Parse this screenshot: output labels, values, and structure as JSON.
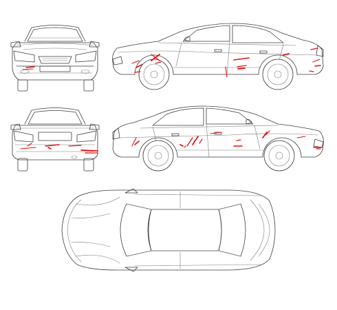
{
  "colors": {
    "line": "#3a3a3a",
    "damage": "#e01010",
    "background": "#ffffff"
  },
  "damage_marks": {
    "front": [
      [
        33,
        101,
        48,
        100
      ],
      [
        38,
        98,
        50,
        97
      ]
    ],
    "side_left": [
      [
        192,
        92,
        202,
        88
      ],
      [
        198,
        98,
        206,
        94
      ],
      [
        220,
        79,
        232,
        88
      ],
      [
        232,
        79,
        220,
        88
      ],
      [
        226,
        92,
        234,
        90
      ],
      [
        328,
        97,
        330,
        112
      ],
      [
        340,
        87,
        362,
        84
      ],
      [
        345,
        97,
        358,
        95
      ],
      [
        346,
        100,
        356,
        99
      ],
      [
        452,
        72,
        462,
        70
      ],
      [
        455,
        90,
        465,
        86
      ],
      [
        458,
        96,
        466,
        95
      ],
      [
        450,
        103,
        456,
        104
      ],
      [
        412,
        80,
        420,
        78
      ],
      [
        196,
        105,
        204,
        104
      ]
    ],
    "rear": [
      [
        30,
        216,
        52,
        214
      ],
      [
        66,
        212,
        86,
        210
      ],
      [
        100,
        212,
        118,
        211
      ],
      [
        118,
        218,
        142,
        219
      ],
      [
        124,
        222,
        142,
        222
      ],
      [
        40,
        212,
        46,
        208
      ],
      [
        70,
        214,
        74,
        216
      ]
    ],
    "side_right": [
      [
        192,
        212,
        198,
        200
      ],
      [
        196,
        210,
        202,
        205
      ],
      [
        272,
        212,
        280,
        200
      ],
      [
        280,
        210,
        288,
        198
      ],
      [
        290,
        208,
        294,
        202
      ],
      [
        306,
        194,
        322,
        192
      ],
      [
        340,
        212,
        352,
        212
      ],
      [
        344,
        204,
        350,
        203
      ],
      [
        382,
        200,
        388,
        192
      ],
      [
        386,
        196,
        392,
        190
      ],
      [
        432,
        200,
        444,
        198
      ],
      [
        456,
        214,
        468,
        214
      ],
      [
        460,
        216,
        466,
        216
      ],
      [
        262,
        210,
        266,
        212
      ],
      [
        268,
        214,
        270,
        212
      ]
    ]
  }
}
